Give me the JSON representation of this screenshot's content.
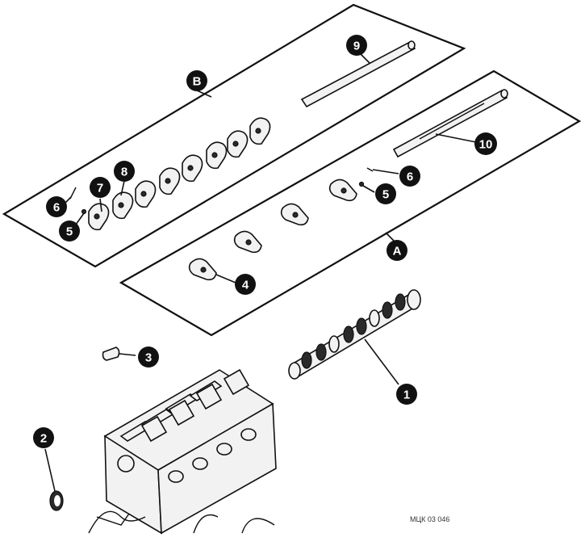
{
  "callouts": {
    "c1": "1",
    "c2": "2",
    "c3": "3",
    "c4": "4",
    "c5a": "5",
    "c5b": "5",
    "c6a": "6",
    "c6b": "6",
    "c7": "7",
    "c8": "8",
    "c9": "9",
    "c10": "10",
    "cA": "A",
    "cB": "B"
  },
  "figure_code": "МЦК 03 046"
}
